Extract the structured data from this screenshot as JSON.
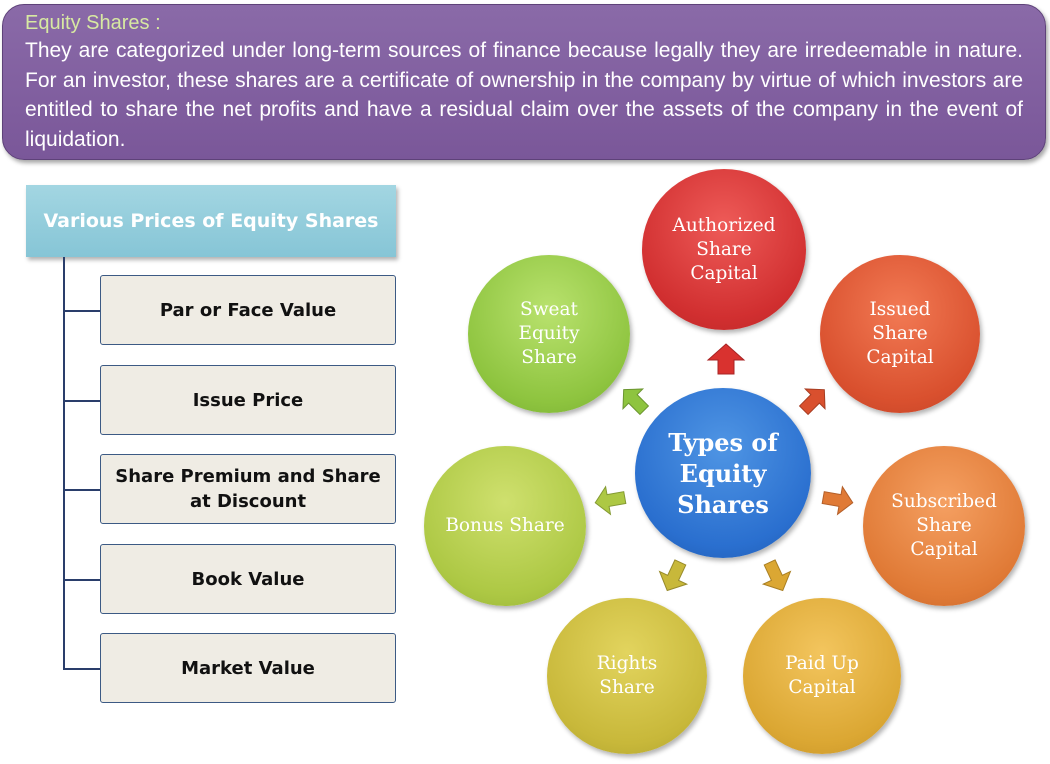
{
  "banner": {
    "title": "Equity Shares :",
    "text": "They are categorized under long-term sources of finance because legally they are irredeemable in nature. For an investor, these shares are a certificate of ownership in the company by virtue of which investors are entitled to share the net profits and have a residual claim over the assets of the company in the event of liquidation."
  },
  "tree": {
    "root": "Various Prices of Equity Shares",
    "items": [
      "Par or Face Value",
      "Issue Price",
      "Share Premium and Share at Discount",
      "Book Value",
      "Market Value"
    ]
  },
  "wheel": {
    "center": "Types of Equity Shares",
    "types": [
      "Authorized Share Capital",
      "Issued Share Capital",
      "Subscribed Share Capital",
      "Paid Up Capital",
      "Rights Share",
      "Bonus Share",
      "Sweat Equity Share"
    ]
  },
  "colors": {
    "banner": "#7a5799",
    "banner_title": "#d7e9a2",
    "tree_root": "#86c5d6",
    "tree_item_bg": "#efece4",
    "center": "#2a6fcf"
  }
}
